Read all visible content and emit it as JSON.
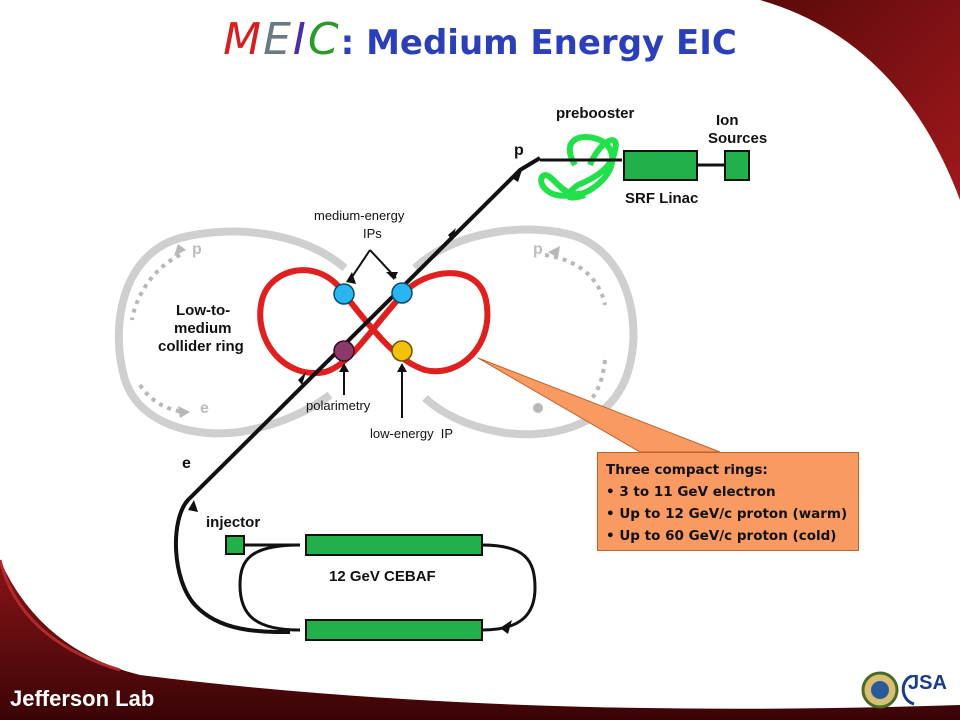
{
  "title": {
    "logo_letters": [
      {
        "char": "M",
        "color": "#d62020"
      },
      {
        "char": "E",
        "color": "#6a7a82"
      },
      {
        "char": "I",
        "color": "#4b2ea6"
      },
      {
        "char": "C",
        "color": "#2a9a2a"
      }
    ],
    "rest": ": Medium Energy EIC"
  },
  "labels": {
    "prebooster": "prebooster",
    "ion_sources_line1": "Ion",
    "ion_sources_line2": "Sources",
    "p_top": "p",
    "srf_linac": "SRF Linac",
    "medium_ips_line1": "medium-energy",
    "medium_ips_line2": "IPs",
    "p_left": "p",
    "p_right": "p",
    "ring_line1": "Low-to-",
    "ring_line2": "medium",
    "ring_line3": "collider ring",
    "e_left_ring": "e",
    "polarimetry": "polarimetry",
    "low_energy_ip": "low-energy  IP",
    "e_lower": "e",
    "injector": "injector",
    "cebaf": "12 GeV CEBAF"
  },
  "callout": {
    "heading": "Three compact rings:",
    "bullets": [
      "• 3 to 11 GeV electron",
      "• Up to 12 GeV/c proton (warm)",
      "• Up to 60 GeV/c proton (cold)"
    ]
  },
  "footer": {
    "brand": "Jefferson Lab",
    "partner": "JSA"
  },
  "colors": {
    "electron_ring": "#e02020",
    "proton_ring": "#c8c8c8",
    "linac_green": "#22b04a",
    "ip_blue": "#29b6f0",
    "polarimetry_purple": "#8b3a6a",
    "low_ip_yellow": "#f2c10a",
    "callout_orange": "#f99a62",
    "title_blue": "#2a3fb8"
  }
}
